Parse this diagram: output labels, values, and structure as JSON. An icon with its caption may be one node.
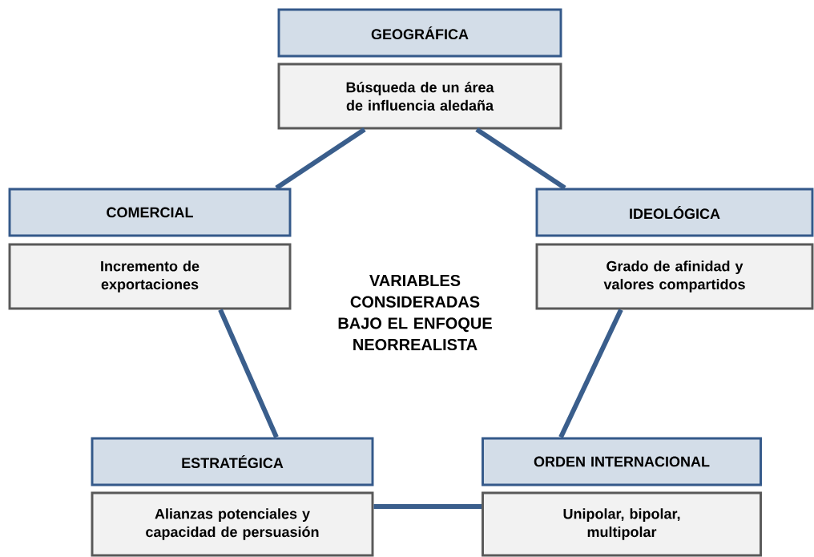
{
  "diagram": {
    "nodes": [
      {
        "text": [
          "GEOGRÁFICA"
        ]
      },
      {
        "text": [
          "Búsqueda de un área de influencia aledaña"
        ]
      },
      {
        "text": [
          "COMERCIAL"
        ]
      },
      {
        "text": [
          "Incremento de exportaciones"
        ]
      },
      {
        "text": [
          "IDEOLÓGICA"
        ]
      },
      {
        "text": [
          "Grado de afinidad y valores compartidos"
        ]
      },
      {
        "text": [
          "ESTRATÉGICA"
        ]
      },
      {
        "text": [
          "Alianzas potenciales y capacidad de persuasión"
        ]
      },
      {
        "text": [
          "ORDEN INTERNACIONAL"
        ]
      },
      {
        "text": [
          "Unipolar, bipolar, multipolar"
        ]
      }
    ],
    "edges": [
      {
        "from": 1,
        "to": 2,
        "arrow": "none"
      },
      {
        "from": 1,
        "to": 4,
        "arrow": "none"
      },
      {
        "from": 3,
        "to": 6,
        "arrow": "none"
      },
      {
        "from": 5,
        "to": 8,
        "arrow": "none"
      },
      {
        "from": 7,
        "to": 9,
        "arrow": "none"
      }
    ],
    "labels": [
      "VARIABLES CONSIDERADAS BAJO EL ENFOQUE NEORREALISTA"
    ]
  }
}
